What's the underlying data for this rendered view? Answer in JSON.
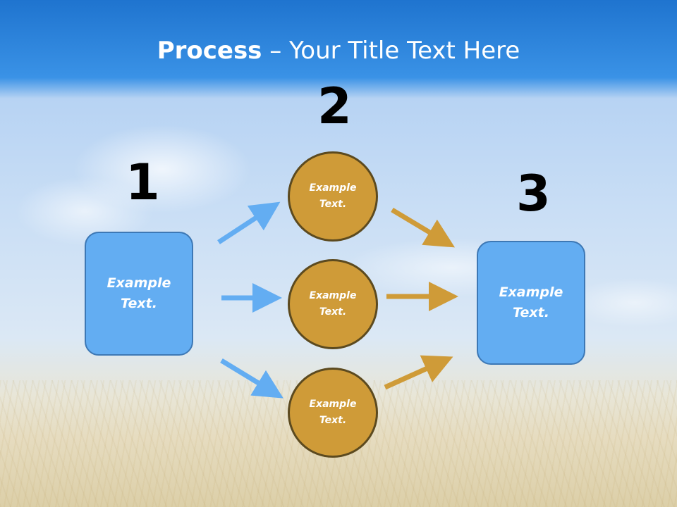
{
  "slide": {
    "title_bold": "Process",
    "title_rest": " – Your Title Text Here"
  },
  "steps": {
    "step1": {
      "number": "1",
      "text": "Example Text."
    },
    "step2": {
      "number": "2",
      "texts": [
        "Example Text.",
        "Example Text.",
        "Example Text."
      ]
    },
    "step3": {
      "number": "3",
      "text": "Example Text."
    }
  },
  "colors": {
    "box_fill": "#63adf2",
    "circle_fill": "#cf9b38",
    "blue_arrow": "#63adf2",
    "gold_arrow": "#cf9b38"
  }
}
